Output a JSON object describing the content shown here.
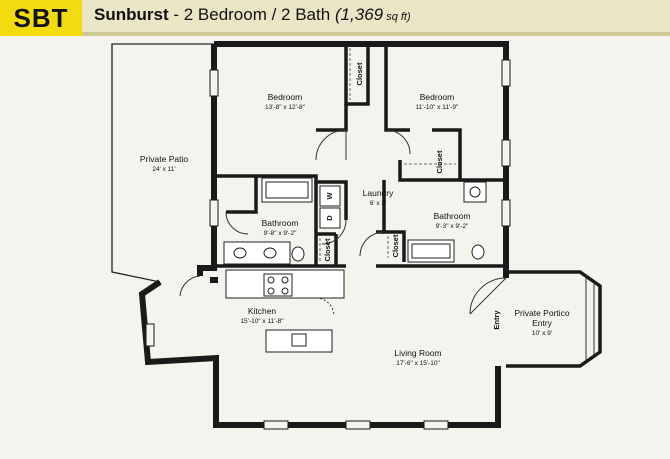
{
  "header": {
    "code": "SBT",
    "name": "Sunburst",
    "separator": " - ",
    "layout": "2 Bedroom / 2 Bath",
    "area": "(1,369",
    "area_unit": " sq ft)"
  },
  "rooms": {
    "bedroom_left": {
      "name": "Bedroom",
      "dims": "13'-8\" x 12'-8\""
    },
    "bedroom_right": {
      "name": "Bedroom",
      "dims": "11'-10\" x 11'-9\""
    },
    "patio": {
      "name": "Private Patio",
      "dims": "24' x 11'"
    },
    "laundry": {
      "name": "Laundry",
      "dims": "6' x 3'"
    },
    "bath_left": {
      "name": "Bathroom",
      "dims": "9'-8\" x 9'-2\""
    },
    "bath_right": {
      "name": "Bathroom",
      "dims": "9'-3\" x 9'-2\""
    },
    "kitchen": {
      "name": "Kitchen",
      "dims": "15'-10\" x 11'-8\""
    },
    "living": {
      "name": "Living Room",
      "dims": "17'-6\" x 15'-10\""
    },
    "portico": {
      "name": "Private Portico",
      "name2": "Entry",
      "dims": "10' x 9'"
    }
  },
  "labels": {
    "closet": "Closet",
    "entry": "Entry",
    "washer": "W",
    "dryer": "D"
  }
}
